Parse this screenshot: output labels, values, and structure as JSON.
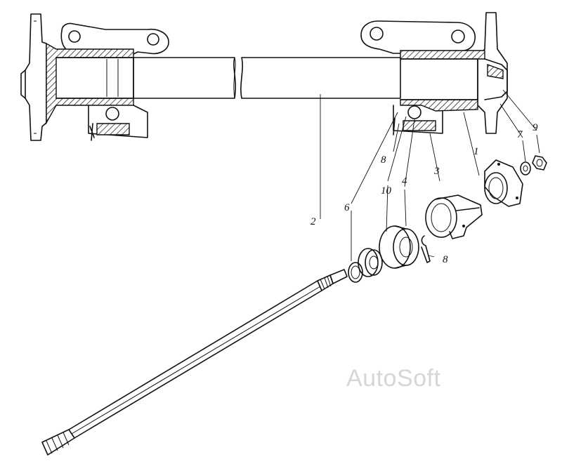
{
  "callouts": [
    {
      "label": "1"
    },
    {
      "label": "2"
    },
    {
      "label": "3"
    },
    {
      "label": "4"
    },
    {
      "label": "6"
    },
    {
      "label": "7"
    },
    {
      "label": "8"
    },
    {
      "label": "8"
    },
    {
      "label": "9"
    },
    {
      "label": "10"
    }
  ],
  "watermark": "AutoSoft",
  "colors": {
    "ink": "#111111",
    "watermark": "#d6d6d6",
    "background": "#ffffff"
  }
}
